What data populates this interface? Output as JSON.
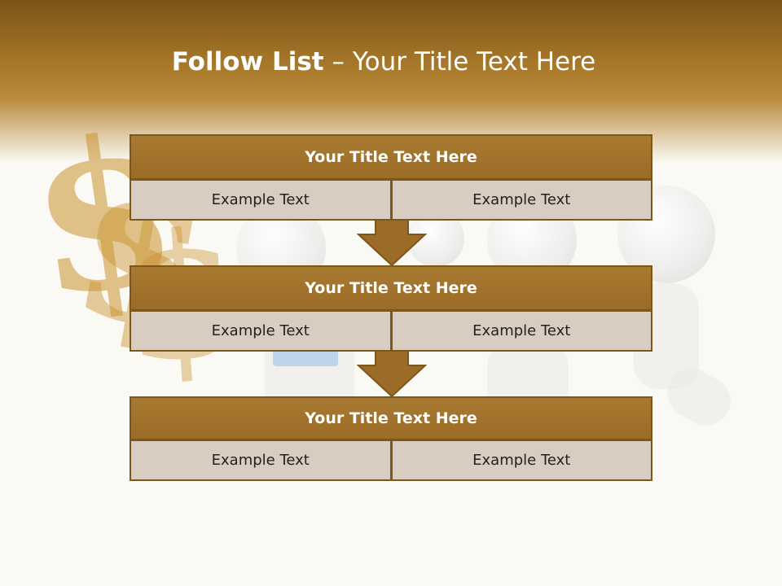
{
  "slide": {
    "title_bold": "Follow List",
    "title_separator": " – ",
    "title_rest": "Your Title Text Here"
  },
  "steps": [
    {
      "title": "Your Title Text Here",
      "cells": [
        "Example Text",
        "Example Text"
      ]
    },
    {
      "title": "Your Title Text Here",
      "cells": [
        "Example Text",
        "Example Text"
      ]
    },
    {
      "title": "Your Title Text Here",
      "cells": [
        "Example Text",
        "Example Text"
      ]
    }
  ],
  "artwork": {
    "symbol": "$",
    "description_icons": [
      "dollar-sign-sculpture",
      "white-3d-figures"
    ]
  },
  "colors": {
    "header": "#9a6c27",
    "block_title": "#a87a31",
    "cell": "#d8cdc0",
    "border": "#7d561b",
    "arrow": "#9a6c27"
  }
}
